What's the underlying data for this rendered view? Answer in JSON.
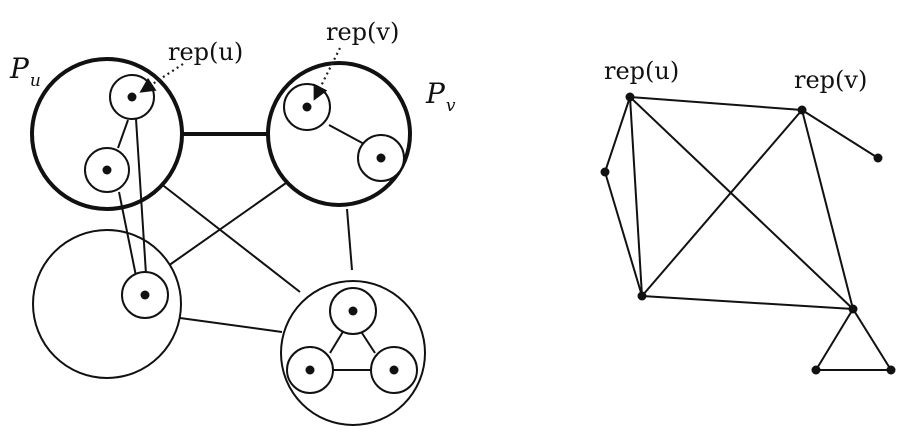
{
  "labels": {
    "left": {
      "pu_main": "P",
      "pu_sub": "u",
      "pv_main": "P",
      "pv_sub": "v",
      "rep_u": "rep(u)",
      "rep_v": "rep(v)"
    },
    "right": {
      "rep_u": "rep(u)",
      "rep_v": "rep(v)"
    }
  },
  "style": {
    "stroke": "#111111",
    "pointer": "#222222",
    "fill": "#ffffff"
  }
}
